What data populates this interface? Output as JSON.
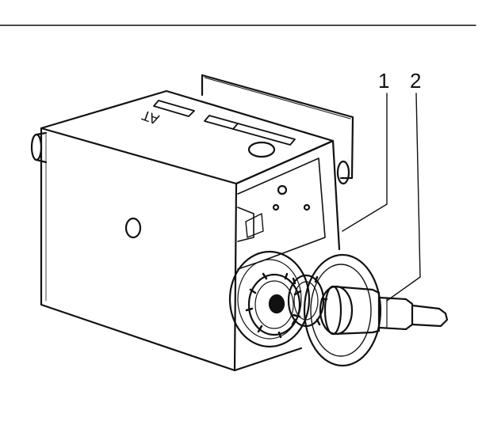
{
  "diagram": {
    "housing_marking": "AT",
    "callouts": [
      {
        "label": "1"
      },
      {
        "label": "2"
      }
    ],
    "ink_color": "#111111",
    "paper_color": "#ffffff"
  }
}
